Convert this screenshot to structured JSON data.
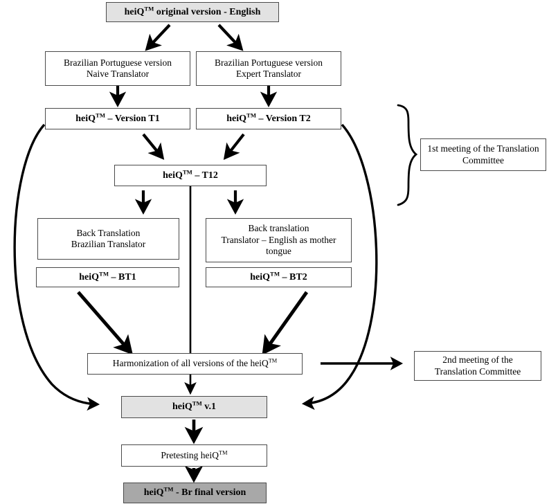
{
  "diagram": {
    "title": "heiQ cross-cultural translation and adaptation flowchart",
    "colors": {
      "light_fill": "#e2e2e2",
      "dark_fill": "#a8a8a8",
      "box_border": "#4a4a4a",
      "edge": "#000000",
      "background": "#ffffff"
    },
    "nodes": {
      "original": {
        "text_before_tm": "heiQ",
        "text_after_tm": " original version - English",
        "full": "heiQ™ original version - English",
        "fill": "light",
        "emphasis": "bold"
      },
      "bp_naive": {
        "line1": "Brazilian Portuguese version",
        "line2": "Naive Translator",
        "fill": "white",
        "emphasis": "normal"
      },
      "bp_expert": {
        "line1": "Brazilian Portuguese version",
        "line2": "Expert Translator",
        "fill": "white",
        "emphasis": "normal"
      },
      "version_t1": {
        "text_before_tm": "heiQ",
        "text_after_tm": " – Version T1",
        "full": "heiQ™ – Version T1",
        "fill": "white",
        "emphasis": "bold"
      },
      "version_t2": {
        "text_before_tm": "heiQ",
        "text_after_tm": " – Version T2",
        "full": "heiQ™ – Version T2",
        "fill": "white",
        "emphasis": "bold"
      },
      "t12": {
        "text_before_tm": "heiQ",
        "text_after_tm": " – T12",
        "full": "heiQ™ – T12",
        "fill": "white",
        "emphasis": "bold"
      },
      "back_translation_br": {
        "line1": "Back Translation",
        "line2": "Brazilian Translator",
        "fill": "white",
        "emphasis": "normal"
      },
      "back_translation_en": {
        "line1": "Back translation",
        "line2": "Translator – English as mother",
        "line3": "tongue",
        "fill": "white",
        "emphasis": "normal"
      },
      "bt1": {
        "text_before_tm": "heiQ",
        "text_after_tm": " – BT1",
        "full": "heiQ™ – BT1",
        "fill": "white",
        "emphasis": "bold"
      },
      "bt2": {
        "text_before_tm": "heiQ",
        "text_after_tm": " – BT2",
        "full": "heiQ™ – BT2",
        "fill": "white",
        "emphasis": "bold"
      },
      "harmonization": {
        "text_before_tm": "Harmonization of all versions of the heiQ",
        "text_after_tm": "",
        "full": "Harmonization of all versions of the heiQ™",
        "fill": "white",
        "emphasis": "normal"
      },
      "heiq_v1": {
        "text_before_tm": "heiQ",
        "text_after_tm": " v.1",
        "full": "heiQ™ v.1",
        "fill": "light",
        "emphasis": "bold"
      },
      "pretesting": {
        "text_before_tm": "Pretesting heiQ",
        "text_after_tm": "",
        "full": "Pretesting heiQ™",
        "fill": "white",
        "emphasis": "normal"
      },
      "final_version": {
        "text_before_tm": "heiQ",
        "text_after_tm": " - Br final version",
        "full": "heiQ™ - Br final version",
        "fill": "dark",
        "emphasis": "bold"
      },
      "meeting_1": {
        "line1": "1st meeting of the Translation",
        "line2": "Committee",
        "fill": "white",
        "emphasis": "normal"
      },
      "meeting_2": {
        "line1": "2nd meeting of the",
        "line2": "Translation Committee",
        "fill": "white",
        "emphasis": "normal"
      }
    },
    "trademark_symbol": "TM",
    "edges": [
      {
        "from": "original",
        "to": "bp_naive",
        "style": "thick-diagonal-arrow"
      },
      {
        "from": "original",
        "to": "bp_expert",
        "style": "thick-diagonal-arrow"
      },
      {
        "from": "bp_naive",
        "to": "version_t1",
        "style": "thick-vertical-arrow"
      },
      {
        "from": "bp_expert",
        "to": "version_t2",
        "style": "thick-vertical-arrow"
      },
      {
        "from": "version_t1",
        "to": "t12",
        "style": "thick-diagonal-arrow"
      },
      {
        "from": "version_t2",
        "to": "t12",
        "style": "thick-diagonal-arrow"
      },
      {
        "from": "t12",
        "to": "back_translation_br",
        "style": "thick-vertical-arrow"
      },
      {
        "from": "t12",
        "to": "back_translation_en",
        "style": "thick-vertical-arrow"
      },
      {
        "from": "t12",
        "to": "heiq_v1",
        "style": "thin-vertical-line-through-harmonization"
      },
      {
        "from": "bt1",
        "to": "harmonization",
        "style": "thick-diagonal-arrow"
      },
      {
        "from": "bt2",
        "to": "harmonization",
        "style": "thick-diagonal-arrow"
      },
      {
        "from": "harmonization",
        "to": "meeting_2",
        "style": "thick-horizontal-arrow"
      },
      {
        "from": "heiq_v1",
        "to": "pretesting",
        "style": "thick-vertical-arrow"
      },
      {
        "from": "pretesting",
        "to": "final_version",
        "style": "thick-vertical-arrow"
      },
      {
        "from": "version_t1",
        "to": "heiq_v1",
        "style": "long-curve-left"
      },
      {
        "from": "version_t2",
        "to": "heiq_v1",
        "style": "long-curve-right"
      },
      {
        "from": "brace",
        "to": "meeting_1",
        "style": "curly-brace"
      }
    ]
  }
}
